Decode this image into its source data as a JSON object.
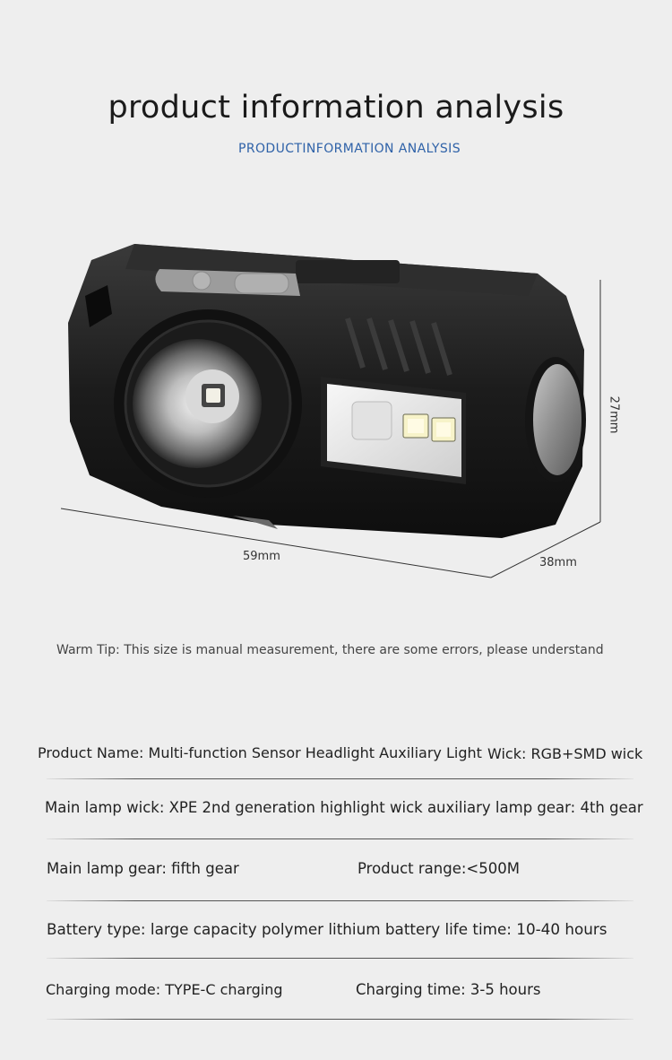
{
  "header": {
    "title": "product information analysis",
    "subtitle": "PRODUCTINFORMATION ANALYSIS"
  },
  "dimensions": {
    "width": "59mm",
    "depth": "38mm",
    "height": "27mm"
  },
  "warm_tip": "Warm Tip: This size is manual measurement, there are some errors, please understand",
  "specs": {
    "product_name": "Product Name: Multi-function Sensor Headlight Auxiliary Light",
    "wick": "Wick: RGB+SMD wick",
    "main_lamp_wick": "Main lamp wick: XPE 2nd generation highlight wick auxiliary lamp gear: 4th gear",
    "main_lamp_gear": "Main lamp gear: fifth gear",
    "product_range": "Product range:<500M",
    "battery": "Battery type: large capacity polymer lithium battery life time: 10-40 hours",
    "charging_mode": "Charging mode: TYPE-C charging",
    "charging_time": "Charging time: 3-5 hours"
  },
  "colors": {
    "background": "#eeeeee",
    "subtitle_blue": "#2f62a8"
  }
}
